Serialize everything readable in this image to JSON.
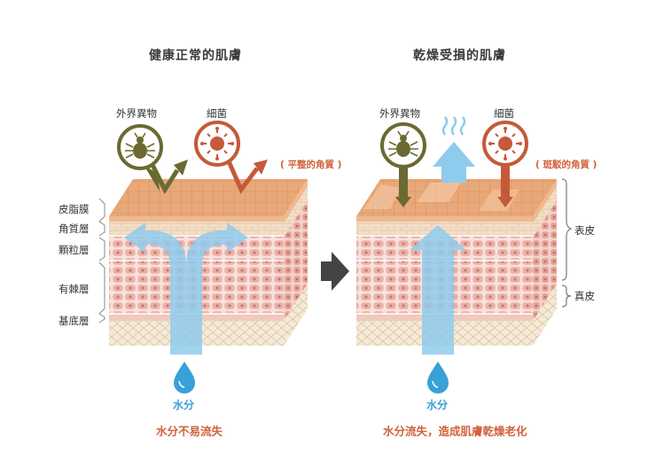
{
  "titles": {
    "healthy": "健康正常的肌膚",
    "damaged": "乾燥受損的肌膚"
  },
  "layer_labels": [
    "皮脂膜",
    "角質層",
    "顆粒層",
    "有棘層",
    "基底層"
  ],
  "bubbles": {
    "left_foreign": "外界異物",
    "left_bacteria": "細菌",
    "right_foreign": "外界異物",
    "right_bacteria": "細菌"
  },
  "corneum_labels": {
    "healthy": "( 平整的角質 )",
    "damaged": "( 斑駁的角質 )"
  },
  "bracket_labels": {
    "epidermis": "表皮",
    "dermis": "真皮"
  },
  "water_labels": {
    "left": "水分",
    "right": "水分"
  },
  "captions": {
    "healthy": "水分不易流失",
    "damaged": "水分流失，造成肌膚乾燥老化"
  },
  "colors": {
    "foreign_green": "#6b6a32",
    "bacteria_brown": "#c45a3a",
    "arrow_blue": "#8fcbec",
    "accent_orange": "#d0623b",
    "corneum_tan": "#e8a97a"
  },
  "icons": [
    "mite-icon",
    "bacteria-icon",
    "water-drop-icon",
    "next-arrow-icon",
    "steam-icon"
  ]
}
